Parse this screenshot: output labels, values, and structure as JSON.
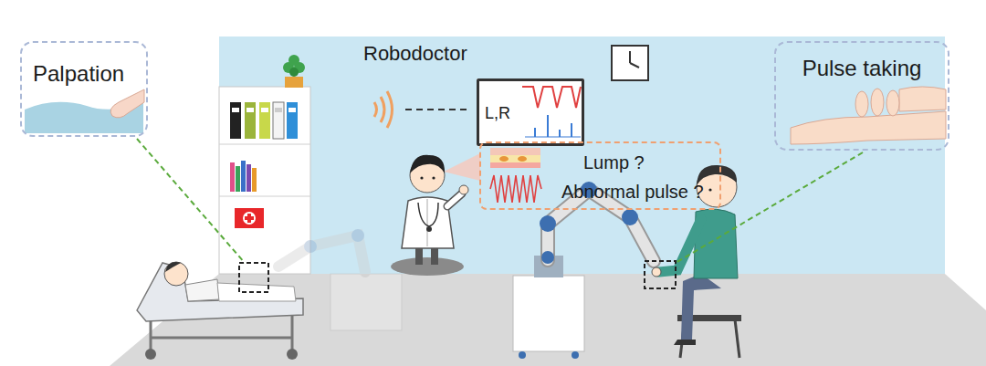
{
  "diagram": {
    "nodes": [
      {
        "text": [
          "Palpation"
        ]
      },
      {
        "text": [
          "L,R"
        ]
      },
      {
        "text": [
          "Lump ?",
          "Abnormal pulse ?"
        ]
      },
      {
        "text": [
          "Pulse taking"
        ]
      }
    ],
    "labels": [
      "Robodoctor"
    ]
  }
}
